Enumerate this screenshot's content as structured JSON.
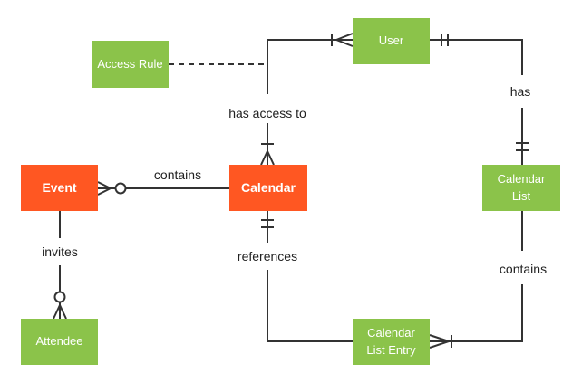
{
  "diagram_type": "entity-relationship",
  "colors": {
    "entity_green": "#8BC34A",
    "entity_orange": "#FF5722",
    "line": "#333333",
    "label_text": "#212121",
    "entity_text": "#FFFFFF",
    "background": "#FFFFFF"
  },
  "entities": [
    {
      "name": "access-rule",
      "label": "Access Rule",
      "color": "entity_green"
    },
    {
      "name": "user",
      "label": "User",
      "color": "entity_green"
    },
    {
      "name": "event",
      "label": "Event",
      "color": "entity_orange"
    },
    {
      "name": "calendar",
      "label": "Calendar",
      "color": "entity_orange"
    },
    {
      "name": "calendar-list",
      "label": "Calendar List",
      "color": "entity_green"
    },
    {
      "name": "attendee",
      "label": "Attendee",
      "color": "entity_green"
    },
    {
      "name": "calendar-list-entry",
      "label": "Calendar List Entry",
      "color": "entity_green"
    }
  ],
  "relationships": [
    {
      "label": "contains",
      "between": [
        "Calendar",
        "Event"
      ],
      "event_end": "zero-or-many",
      "calendar_end": "none"
    },
    {
      "label": "invites",
      "between": [
        "Event",
        "Attendee"
      ],
      "event_end": "none",
      "attendee_end": "zero-or-many"
    },
    {
      "label": "has access to",
      "between": [
        "User",
        "Calendar"
      ],
      "user_end": "one-or-many",
      "calendar_end": "one-or-many"
    },
    {
      "label": "has",
      "between": [
        "User",
        "Calendar List"
      ],
      "user_end": "exactly-one",
      "calendar_list_end": "exactly-one"
    },
    {
      "label": "references",
      "between": [
        "Calendar",
        "Calendar List Entry"
      ],
      "calendar_end": "exactly-one",
      "entry_end": "none"
    },
    {
      "label": "contains",
      "between": [
        "Calendar List",
        "Calendar List Entry"
      ],
      "calendar_list_end": "none",
      "entry_end": "one-or-many"
    },
    {
      "label": "",
      "between": [
        "Access Rule",
        "has access to relationship"
      ],
      "style": "dashed"
    }
  ]
}
